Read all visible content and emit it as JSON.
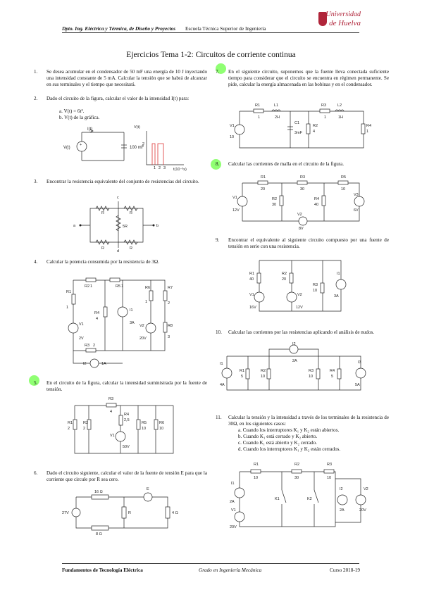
{
  "header": {
    "dept": "Dpto. Ing. Eléctrica y Térmica, de Diseño y Proyectos",
    "school": "Escuela Técnica Superior de Ingeniería",
    "logo_line1": "Universidad",
    "logo_line2": "de Huelva"
  },
  "title": "Ejercicios Tema 1-2: Circuitos de corriente continua",
  "exercises": [
    {
      "n": "1.",
      "text": "Se desea acumular en el condensador de 50 mF una energía de 10 J inyectando una intensidad constante de 5 mA. Calcular la tensión que se habrá de alcanzar en sus terminales y el tiempo que necesitará."
    },
    {
      "n": "2.",
      "text": "Dado el circuito de la figura, calcular el valor de la intensidad I(t) para:",
      "items": [
        "a. V(t) = 6t³.",
        "b. V(t) de la gráfica."
      ]
    },
    {
      "n": "3.",
      "text": "Encontrar la resistencia equivalente del conjunto de resistencias del circuito."
    },
    {
      "n": "4.",
      "text": "Calcular la potencia consumida por la resistencia de 3Ω."
    },
    {
      "n": "5.",
      "text": "En el circuito de la figura, calcular la intensidad suministrada por la fuente de tensión."
    },
    {
      "n": "6.",
      "text": "Dado el circuito siguiente, calcular el valor de la fuente de tensión E para que la corriente que circule por R sea cero."
    },
    {
      "n": "7.",
      "text": "En el siguiente circuito, suponemos que la fuente lleva conectada suficiente tiempo para considerar que el circuito se encuentra en régimen permanente. Se pide, calcular la energía almacenada en las bobinas y en el condensador."
    },
    {
      "n": "8.",
      "text": "Calcular las corrientes de malla en el circuito de la figura."
    },
    {
      "n": "9.",
      "text": "Encontrar el equivalente al siguiente circuito compuesto por una fuente de tensión en serie con una resistencia."
    },
    {
      "n": "10.",
      "text": "Calcular las corrientes por las resistencias aplicando el análisis de nudos."
    },
    {
      "n": "11.",
      "text": "Calcular la tensión y la intensidad a través de los terminales de la resistencia de 30Ω, en los siguientes casos:",
      "items": [
        "a. Cuando los interruptores K₁ y K₂ están abiertos.",
        "b. Cuando K₁ está cerrado y K₂ abierto.",
        "c. Cuando K₁ está abierto y K₂ cerrado.",
        "d. Cuando los interruptores K₁ y K₂ están cerrados."
      ]
    }
  ],
  "fig2": {
    "I": "I(t)",
    "V": "V(t)",
    "C": "100 mF",
    "vaxis": "V(t)",
    "ticks": [
      "1",
      "2",
      "3"
    ],
    "taxis": "t(10⁻³s)",
    "v2": "2"
  },
  "fig3": {
    "R1": "R",
    "R2": "R",
    "R3": "5R",
    "R4": "R",
    "R5": "R",
    "a": "a",
    "b": "b",
    "c": "c",
    "d": "d"
  },
  "fig4": {
    "R2": "R2",
    "R2v": "1",
    "R5": "R5",
    "R5v": "1",
    "R1": "R1",
    "R1v": "1",
    "R6": "R6",
    "R6v": "1",
    "R7": "R7",
    "R7v": "2",
    "R4": "R4",
    "R4v": "4",
    "I1": "I1",
    "I1v": "3A",
    "V2": "V2",
    "V2v": "20V",
    "R8": "R8",
    "R8v": "3",
    "V1": "V1",
    "V1v": "2V",
    "R3": "R3",
    "R3v": "2",
    "I2": "I2",
    "I2v": "1A"
  },
  "fig5": {
    "R3": "R3",
    "R3v": "4",
    "R1": "R1",
    "R1v": "2",
    "R2": "R2",
    "R2v": "2",
    "R4": "R4",
    "R4v": "2,5",
    "R5": "R5",
    "R5v": "10",
    "R6": "R6",
    "R6v": "10",
    "V1": "V1",
    "V1v": "50V"
  },
  "fig6": {
    "R16": "16 Ω",
    "E": "E",
    "V27": "27V",
    "R": "R",
    "R4": "4 Ω",
    "R8": "8 Ω"
  },
  "fig7": {
    "R1": "R1",
    "R1v": "1",
    "L1": "L1",
    "L1v": "2H",
    "C1": "C1",
    "C1v": "3mF",
    "R2": "R2",
    "R2v": "4",
    "R3": "R3",
    "R3v": "1",
    "L2": "L2",
    "L2v": "1H",
    "R4": "R4",
    "R4v": "1",
    "V1": "V1",
    "V1v": "10"
  },
  "fig8": {
    "R1": "R1",
    "R1v": "20",
    "R3": "R3",
    "R3v": "30",
    "R5": "R5",
    "R5v": "10",
    "V1": "V1",
    "V1v": "12V",
    "R2": "R2",
    "R2v": "30",
    "R4": "R4",
    "R4v": "40",
    "V3": "V3",
    "V3v": "6V",
    "V2": "V2",
    "V2v": "8V"
  },
  "fig9": {
    "R1": "R1",
    "R1v": "40",
    "R2": "R2",
    "R2v": "20",
    "R3": "R3",
    "R3v": "10",
    "I1": "I1",
    "I1v": "3A",
    "V1": "V1",
    "V1v": "16V",
    "V2": "V2",
    "V2v": "12V"
  },
  "fig10": {
    "I2": "I2",
    "I2v": "2A",
    "I1": "I1",
    "I1v": "4A",
    "R1": "R1",
    "R1v": "5",
    "R2": "R2",
    "R2v": "10",
    "R3": "R3",
    "R3v": "10",
    "R4": "R4",
    "R4v": "5",
    "I3": "I3",
    "I3v": "5A"
  },
  "fig11": {
    "R1": "R1",
    "R1v": "10",
    "R2": "R2",
    "R2v": "30",
    "R3": "R3",
    "R3v": "10",
    "I1": "I1",
    "I1v": "2A",
    "K1": "K1",
    "K2": "K2",
    "I2": "I2",
    "I2v": "2A",
    "V2": "V2",
    "V2v": "20V",
    "V1": "V1",
    "V1v": "20V"
  },
  "footer": {
    "left": "Fundamentos de Tecnología Eléctrica",
    "center": "Grado en Ingeniería Mecánica",
    "right": "Curso 2018-19"
  }
}
